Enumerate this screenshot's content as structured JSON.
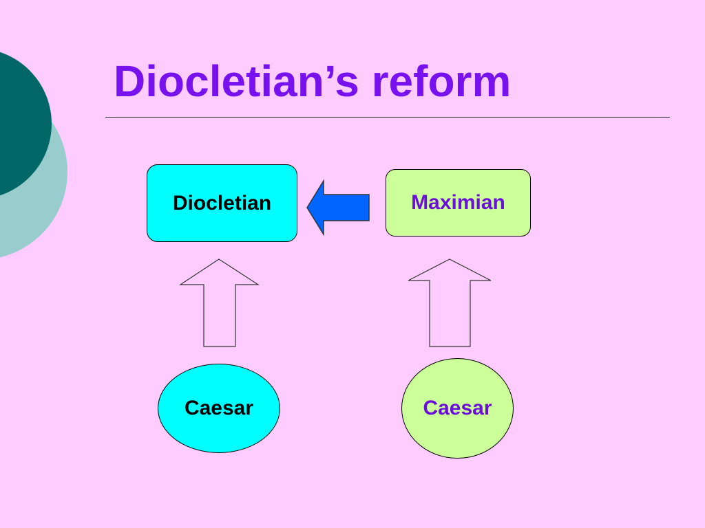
{
  "title": "Diocletian’s reform",
  "diagram": {
    "nodes": {
      "diocletian": {
        "label": "Diocletian"
      },
      "maximian": {
        "label": "Maximian"
      },
      "caesar_left": {
        "label": "Caesar"
      },
      "caesar_right": {
        "label": "Caesar"
      }
    },
    "edges": [
      {
        "from": "maximian",
        "to": "diocletian",
        "style": "filled-blue-arrow"
      },
      {
        "from": "caesar_left",
        "to": "diocletian",
        "style": "outline-arrow"
      },
      {
        "from": "caesar_right",
        "to": "maximian",
        "style": "outline-arrow"
      }
    ]
  },
  "colors": {
    "background": "#ffccff",
    "title": "#7711ee",
    "cyan_node": "#00ffff",
    "green_node": "#ccff99",
    "purple_text": "#6a0fd8",
    "blue_arrow": "#0066ff",
    "deco_dark": "#006666",
    "deco_light": "#99cccc"
  }
}
